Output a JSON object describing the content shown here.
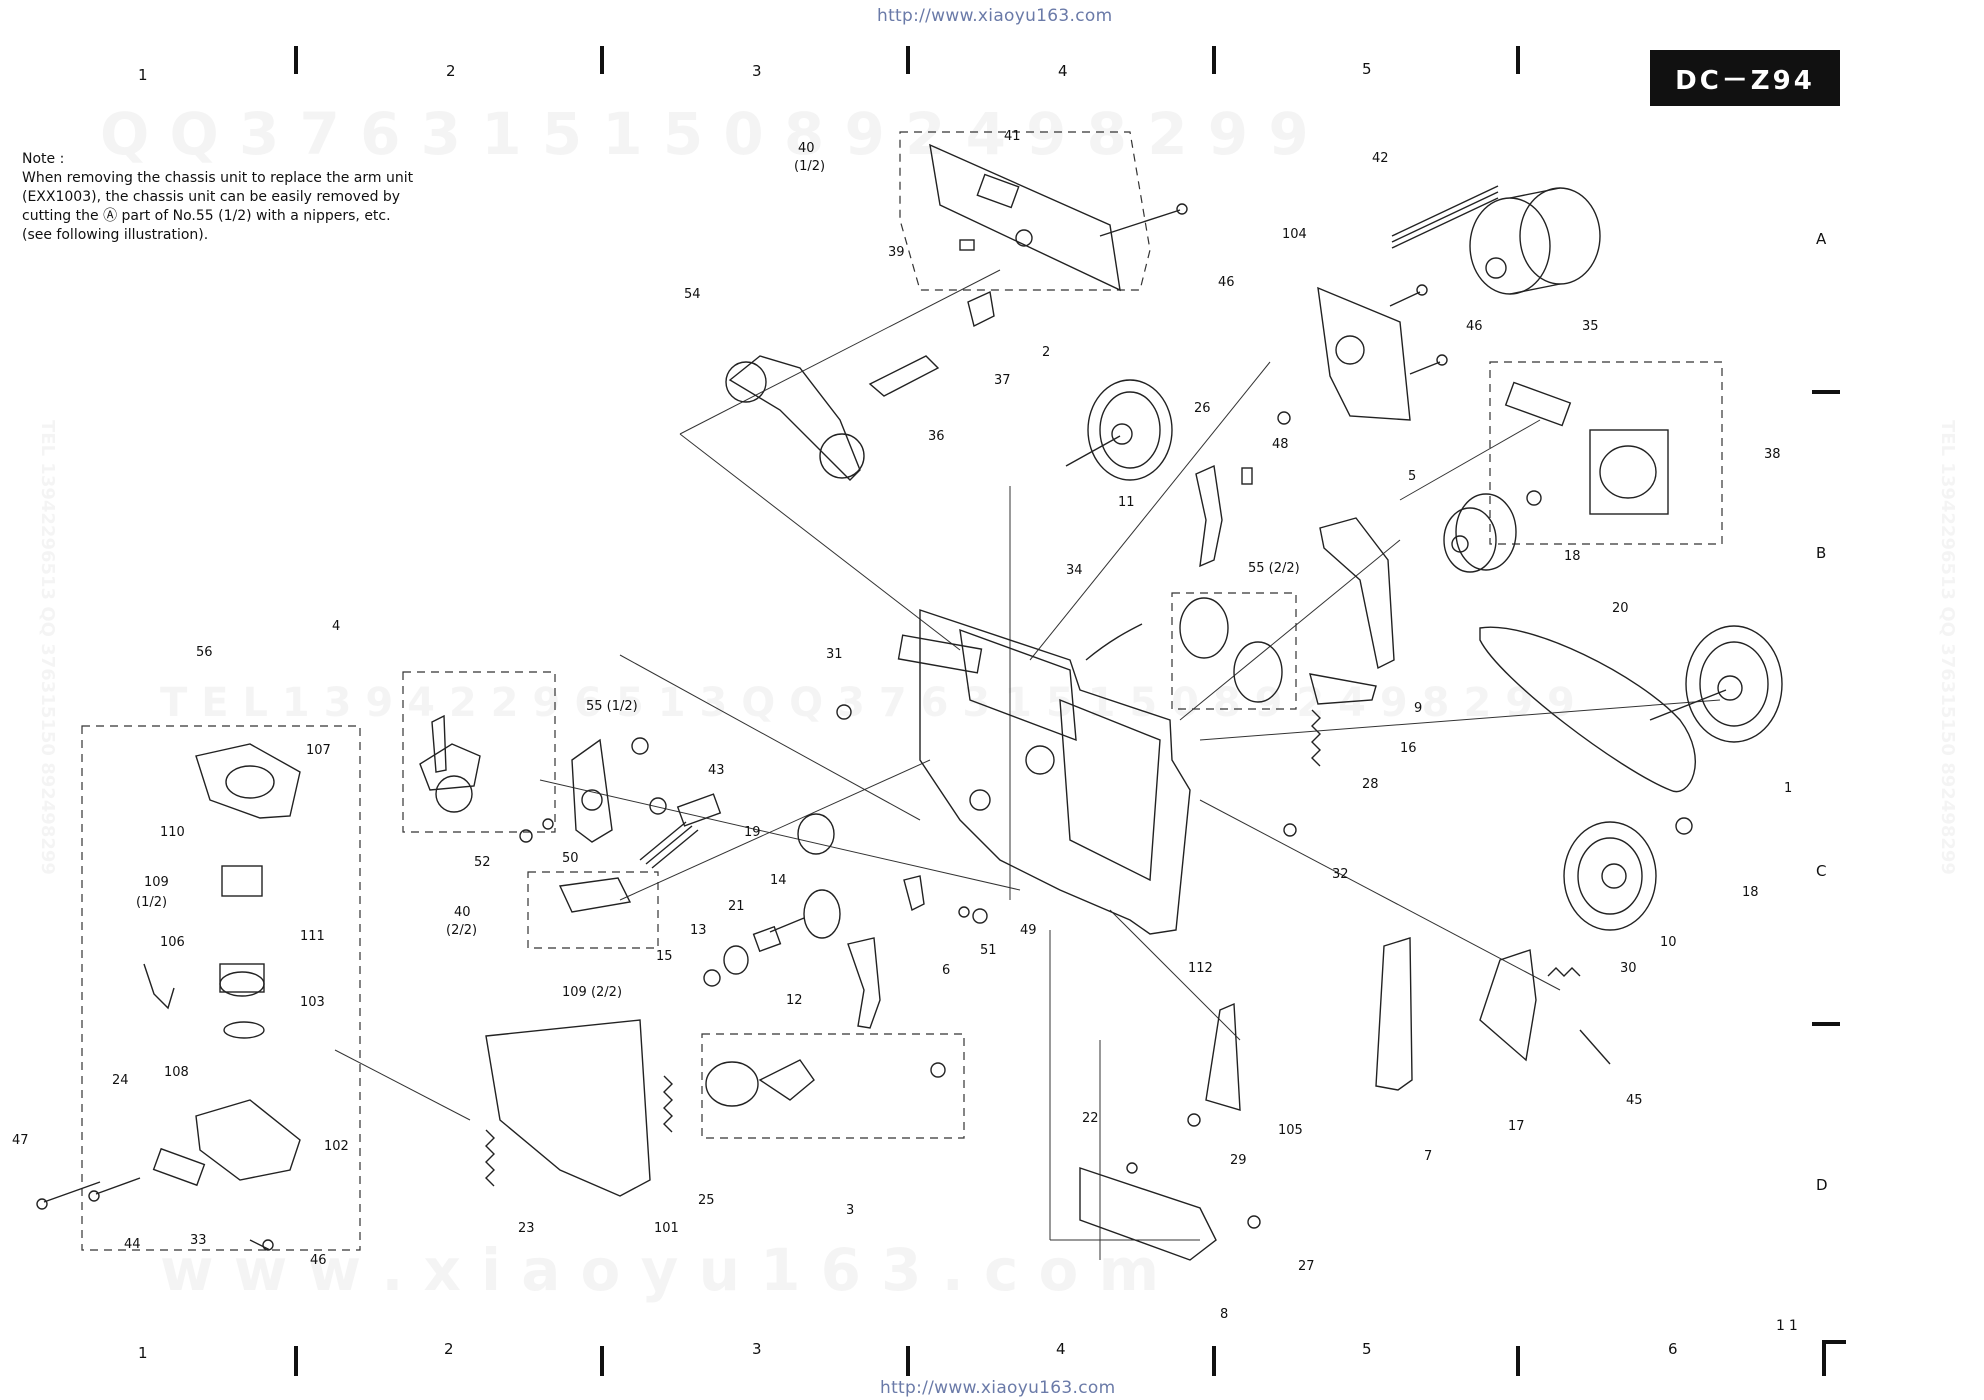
{
  "header_url": "http://www.xiaoyu163.com",
  "footer_url": "http://www.xiaoyu163.com",
  "model": "DC－Z94",
  "columns": [
    "1",
    "2",
    "3",
    "4",
    "5",
    "6"
  ],
  "rows": [
    "A",
    "B",
    "C",
    "D"
  ],
  "note": {
    "title": "Note :",
    "lines": [
      "When removing the chassis unit to replace the arm unit",
      "(EXX1003), the chassis unit can be easily removed by",
      "cutting the Ⓐ part of No.55 (1/2) with a nippers, etc.",
      "(see following illustration)."
    ]
  },
  "watermarks": {
    "qq": "Q Q   3 7 6 3 1 5 1 5 0   8 9 2 4 9 8 2 9 9",
    "tel": "T E L   1 3 9 4 2 2 9 6 5 1 3   Q Q   3 7 6 3 1 5 1 5 0   8 9 2 4 9 8 2 9 9",
    "site": "w w w . x i a o y u 1 6 3 . c o m",
    "side": "TEL 13942296513 QQ 376315150 892498299"
  },
  "page_number": "11",
  "part_labels": [
    {
      "id": "40 (1/2)",
      "text": "40"
    },
    {
      "id": "40-sub",
      "text": "(1/2)"
    },
    {
      "id": "41",
      "text": "41"
    },
    {
      "id": "39",
      "text": "39"
    },
    {
      "id": "46a",
      "text": "46"
    },
    {
      "id": "42",
      "text": "42"
    },
    {
      "id": "104",
      "text": "104"
    },
    {
      "id": "46b",
      "text": "46"
    },
    {
      "id": "35",
      "text": "35"
    },
    {
      "id": "54",
      "text": "54"
    },
    {
      "id": "37",
      "text": "37"
    },
    {
      "id": "36",
      "text": "36"
    },
    {
      "id": "2",
      "text": "2"
    },
    {
      "id": "26",
      "text": "26"
    },
    {
      "id": "48",
      "text": "48"
    },
    {
      "id": "38",
      "text": "38"
    },
    {
      "id": "11",
      "text": "11"
    },
    {
      "id": "5",
      "text": "5"
    },
    {
      "id": "18a",
      "text": "18"
    },
    {
      "id": "34",
      "text": "34"
    },
    {
      "id": "55-22",
      "text": "55 (2/2)"
    },
    {
      "id": "20",
      "text": "20"
    },
    {
      "id": "4",
      "text": "4"
    },
    {
      "id": "56",
      "text": "56"
    },
    {
      "id": "31",
      "text": "31"
    },
    {
      "id": "55-12",
      "text": "55 (1/2)"
    },
    {
      "id": "9",
      "text": "9"
    },
    {
      "id": "16",
      "text": "16"
    },
    {
      "id": "43",
      "text": "43"
    },
    {
      "id": "28",
      "text": "28"
    },
    {
      "id": "1",
      "text": "1"
    },
    {
      "id": "107",
      "text": "107"
    },
    {
      "id": "110",
      "text": "110"
    },
    {
      "id": "52",
      "text": "52"
    },
    {
      "id": "50",
      "text": "50"
    },
    {
      "id": "19",
      "text": "19"
    },
    {
      "id": "32",
      "text": "32"
    },
    {
      "id": "18b",
      "text": "18"
    },
    {
      "id": "109-12",
      "text": "109"
    },
    {
      "id": "109-12s",
      "text": "(1/2)"
    },
    {
      "id": "40-22",
      "text": "40"
    },
    {
      "id": "40-22s",
      "text": "(2/2)"
    },
    {
      "id": "14",
      "text": "14"
    },
    {
      "id": "21",
      "text": "21"
    },
    {
      "id": "13",
      "text": "13"
    },
    {
      "id": "51",
      "text": "51"
    },
    {
      "id": "49",
      "text": "49"
    },
    {
      "id": "10",
      "text": "10"
    },
    {
      "id": "106",
      "text": "106"
    },
    {
      "id": "111",
      "text": "111"
    },
    {
      "id": "15",
      "text": "15"
    },
    {
      "id": "6",
      "text": "6"
    },
    {
      "id": "112",
      "text": "112"
    },
    {
      "id": "30",
      "text": "30"
    },
    {
      "id": "103",
      "text": "103"
    },
    {
      "id": "109-22",
      "text": "109 (2/2)"
    },
    {
      "id": "12",
      "text": "12"
    },
    {
      "id": "24",
      "text": "24"
    },
    {
      "id": "108",
      "text": "108"
    },
    {
      "id": "45",
      "text": "45"
    },
    {
      "id": "105",
      "text": "105"
    },
    {
      "id": "17",
      "text": "17"
    },
    {
      "id": "102",
      "text": "102"
    },
    {
      "id": "22",
      "text": "22"
    },
    {
      "id": "29",
      "text": "29"
    },
    {
      "id": "7",
      "text": "7"
    },
    {
      "id": "47",
      "text": "47"
    },
    {
      "id": "25",
      "text": "25"
    },
    {
      "id": "3",
      "text": "3"
    },
    {
      "id": "44",
      "text": "44"
    },
    {
      "id": "33",
      "text": "33"
    },
    {
      "id": "23",
      "text": "23"
    },
    {
      "id": "101",
      "text": "101"
    },
    {
      "id": "46c",
      "text": "46"
    },
    {
      "id": "27",
      "text": "27"
    },
    {
      "id": "8",
      "text": "8"
    }
  ]
}
